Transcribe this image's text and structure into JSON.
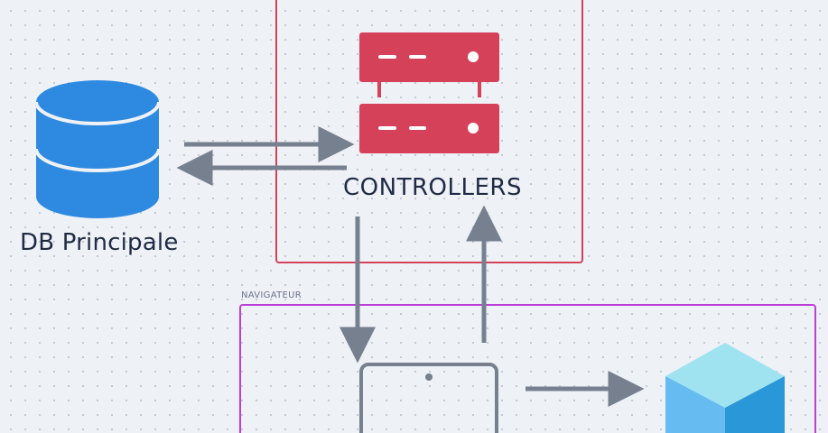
{
  "database": {
    "label": "DB Principale",
    "icon": "database-icon",
    "color": "#2e8ae0"
  },
  "controllers": {
    "label": "CONTROLLERS",
    "icon": "server-icon",
    "color": "#d6415a",
    "frame_color": "#d6415a"
  },
  "browser": {
    "label": "NAVIGATEUR",
    "frame_color": "#bb3fd6"
  },
  "device": {
    "icon": "tablet-icon",
    "color": "#76808f"
  },
  "cube": {
    "icon": "cube-icon",
    "colors": [
      "#a0e3f0",
      "#66bbf0",
      "#2a97d8"
    ]
  },
  "arrows": {
    "color": "#76808f"
  }
}
